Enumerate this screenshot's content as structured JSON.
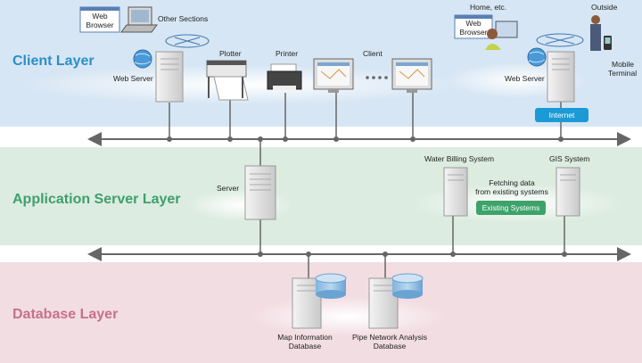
{
  "colors": {
    "client_band": "#d7e6f4",
    "app_band": "#dcece0",
    "db_band": "#f2dde3",
    "client_title": "#2a8fc8",
    "app_title": "#3f9f6e",
    "db_title": "#c8708c",
    "bus": "#666666",
    "internet_badge": "#1b9ad6",
    "existing_badge": "#3da36a"
  },
  "layers": {
    "client": "Client Layer",
    "app": "Application Server Layer",
    "db": "Database Layer"
  },
  "client": {
    "browser_left": [
      "Web",
      "Browser"
    ],
    "other_sections": "Other Sections",
    "web_server_left": "Web Server",
    "plotter": "Plotter",
    "printer": "Printer",
    "client": "Client",
    "home": "Home, etc.",
    "browser_right": [
      "Web",
      "Browser"
    ],
    "outside": "Outside",
    "web_server_right": "Web Server",
    "mobile": [
      "Mobile",
      "Terminal"
    ],
    "internet": "Internet"
  },
  "app": {
    "server": "Server",
    "water_billing": "Water Billing System",
    "gis": "GIS System",
    "fetching": [
      "Fetching data",
      "from existing systems"
    ],
    "existing": "Existing Systems"
  },
  "db": {
    "map_info": [
      "Map Information",
      "Database"
    ],
    "pipe_network": [
      "Pipe Network Analysis",
      "Database"
    ]
  }
}
